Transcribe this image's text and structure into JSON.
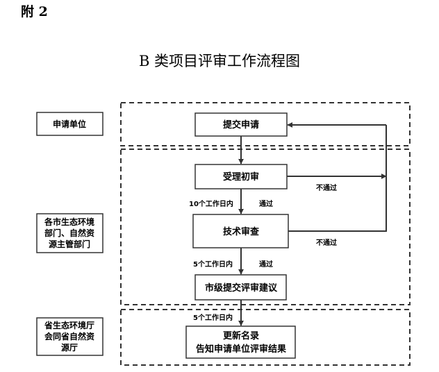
{
  "header": {
    "attachment": "附 2",
    "title": "B 类项目评审工作流程图"
  },
  "lanes": {
    "applicant": "申请单位",
    "city_dept": [
      "各市生态环境",
      "部门、自然资",
      "源主管部门"
    ],
    "province_dept": [
      "省生态环境厅",
      "会同省自然资",
      "源厅"
    ]
  },
  "steps": {
    "submit": "提交申请",
    "accept": "受理初审",
    "tech_review": "技术审查",
    "city_suggest": "市级提交评审建议",
    "update": [
      "更新名录",
      "告知申请单位评审结果"
    ]
  },
  "labels": {
    "days_10": "10个工作日内",
    "days_5a": "5个工作日内",
    "days_5b": "5个工作日内",
    "pass_1": "通过",
    "pass_2": "通过",
    "fail_1": "不通过",
    "fail_2": "不通过"
  }
}
